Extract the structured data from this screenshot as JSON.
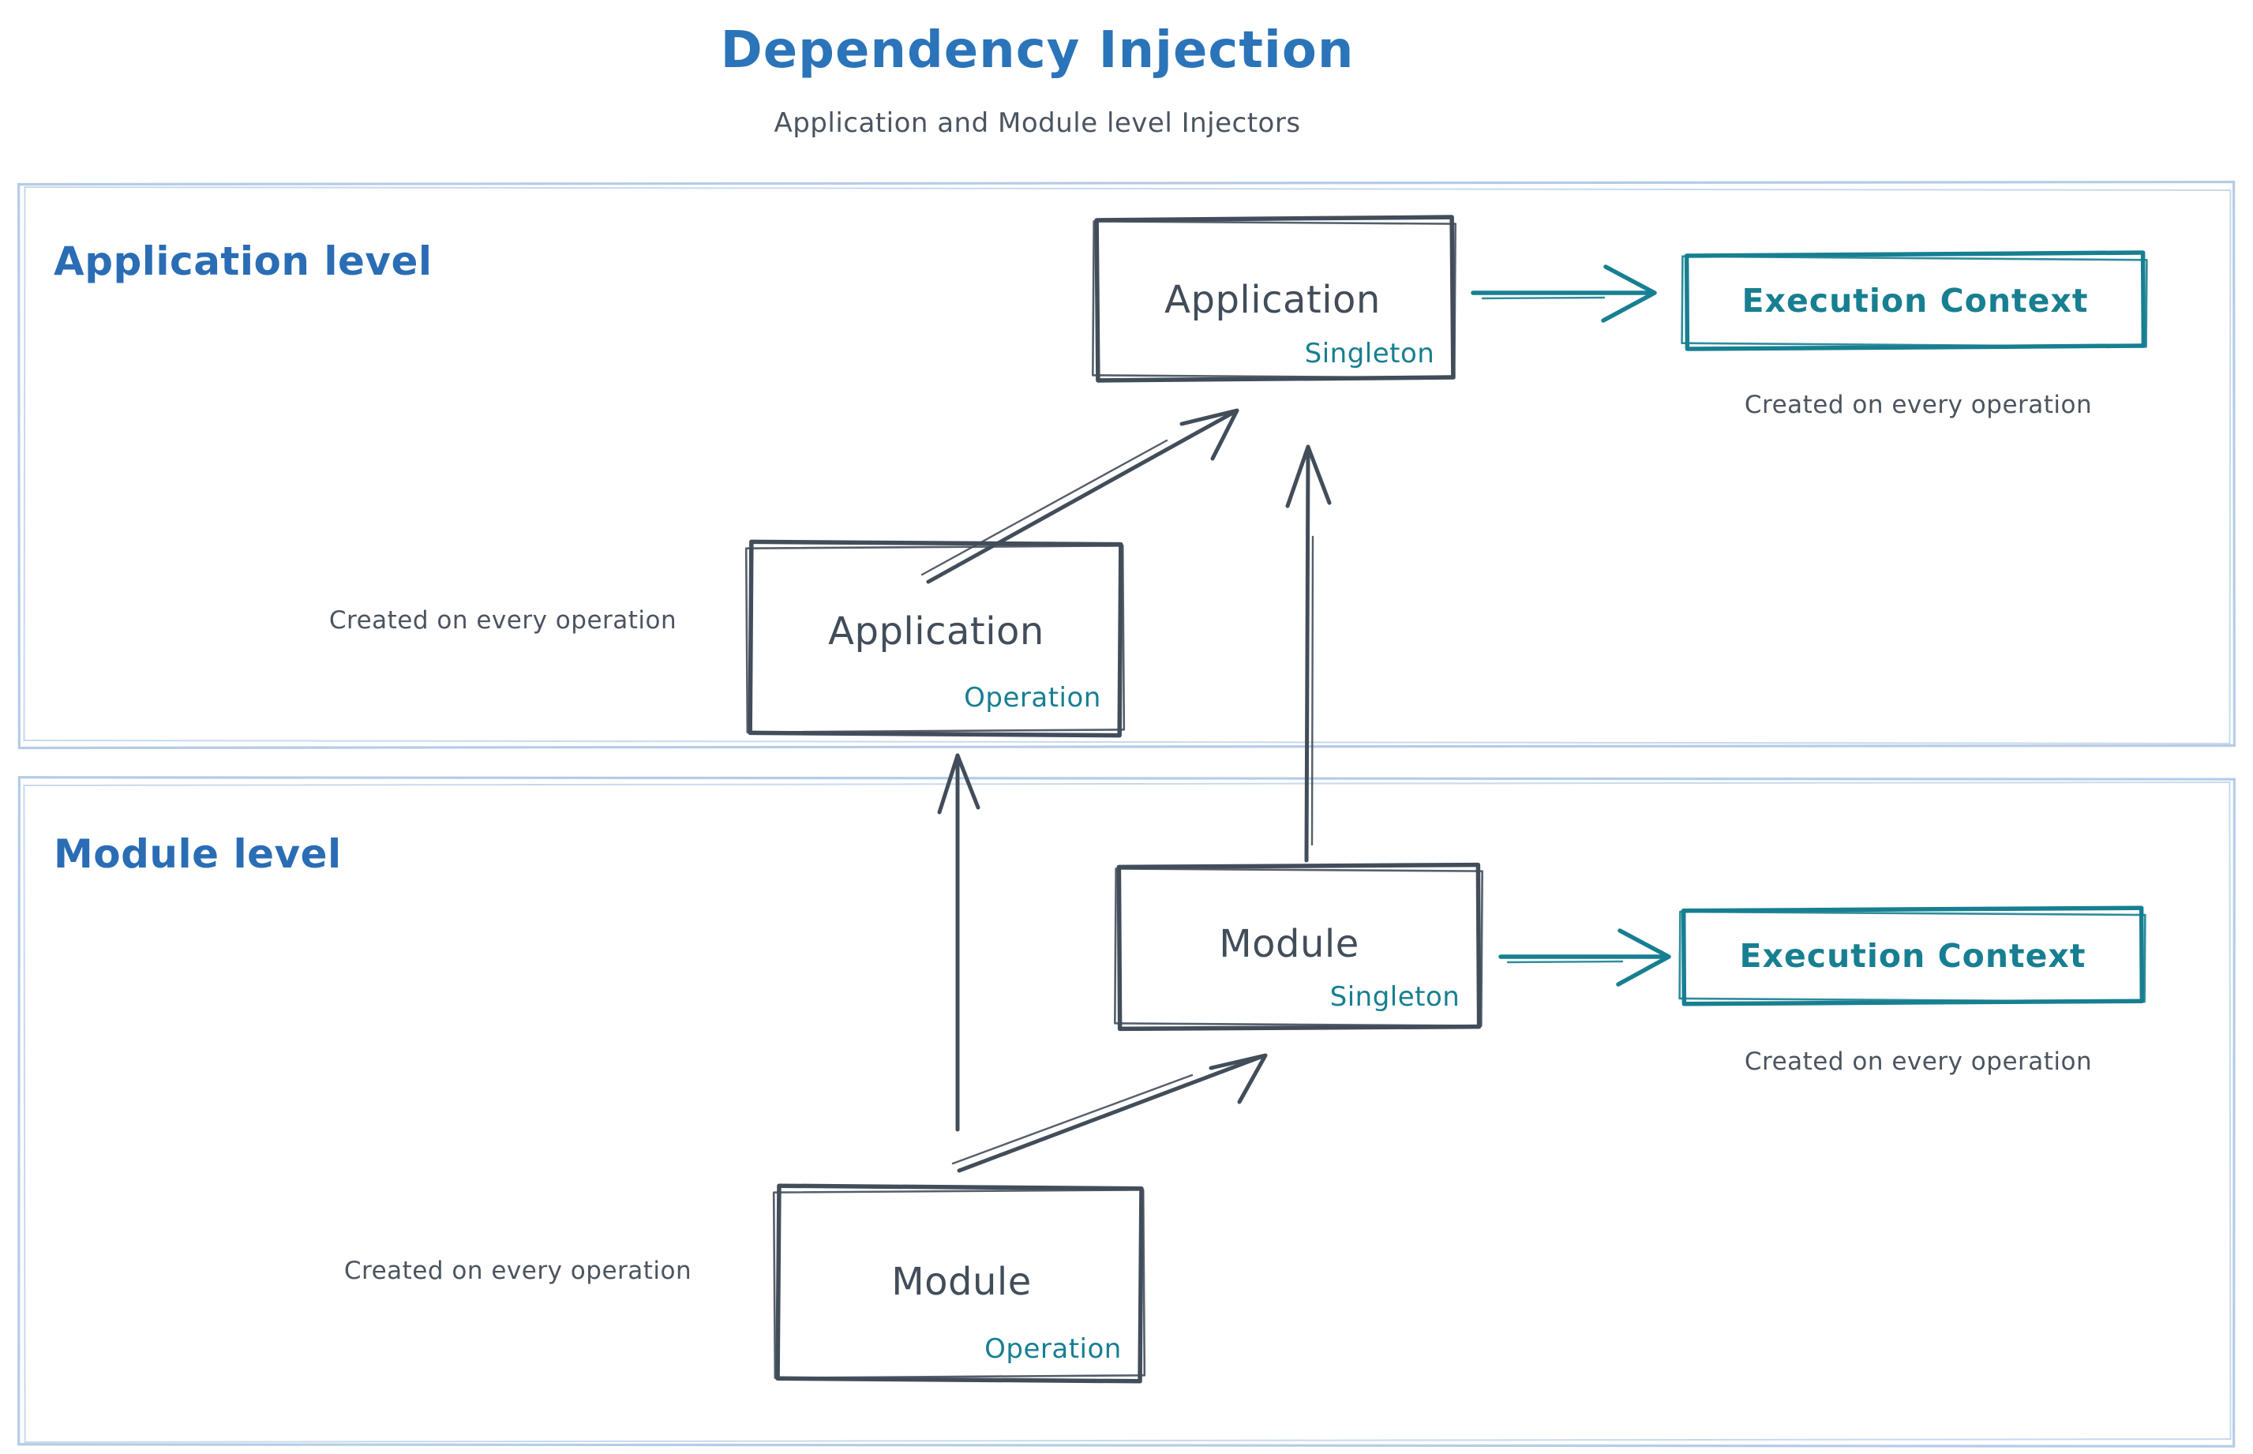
{
  "title": "Dependency Injection",
  "subtitle": "Application and Module level Injectors",
  "colors": {
    "title_blue": "#2b74b9",
    "section_label_blue": "#2a6db5",
    "section_border_light_blue": "#b5cce7",
    "slate": "#424d5a",
    "teal": "#177f91",
    "note_gray": "#4b545f"
  },
  "sections": {
    "application": {
      "label": "Application level"
    },
    "module": {
      "label": "Module level"
    }
  },
  "nodes": {
    "app_singleton": {
      "name": "Application",
      "scope": "Singleton"
    },
    "app_operation": {
      "name": "Application",
      "scope": "Operation"
    },
    "module_singleton": {
      "name": "Module",
      "scope": "Singleton"
    },
    "module_operation": {
      "name": "Module",
      "scope": "Operation"
    },
    "exec_context_app": {
      "label": "Execution Context",
      "note": "Created on every operation"
    },
    "exec_context_module": {
      "label": "Execution Context",
      "note": "Created on every operation"
    }
  },
  "annotations": {
    "app_operation_note": "Created on every operation",
    "module_operation_note": "Created on every operation"
  }
}
